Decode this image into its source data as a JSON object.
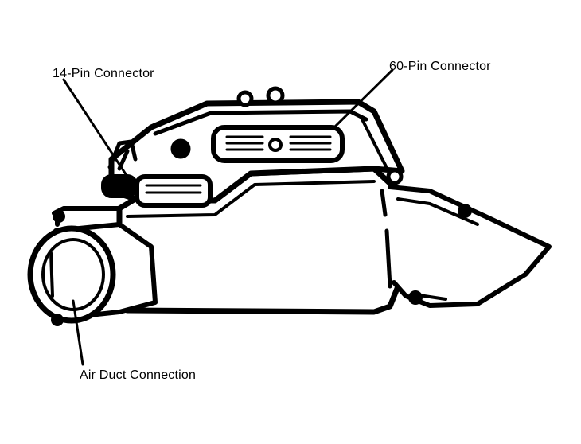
{
  "labels": {
    "pin14": "14-Pin Connector",
    "pin60": "60-Pin Connector",
    "air_duct": "Air Duct Connection"
  }
}
